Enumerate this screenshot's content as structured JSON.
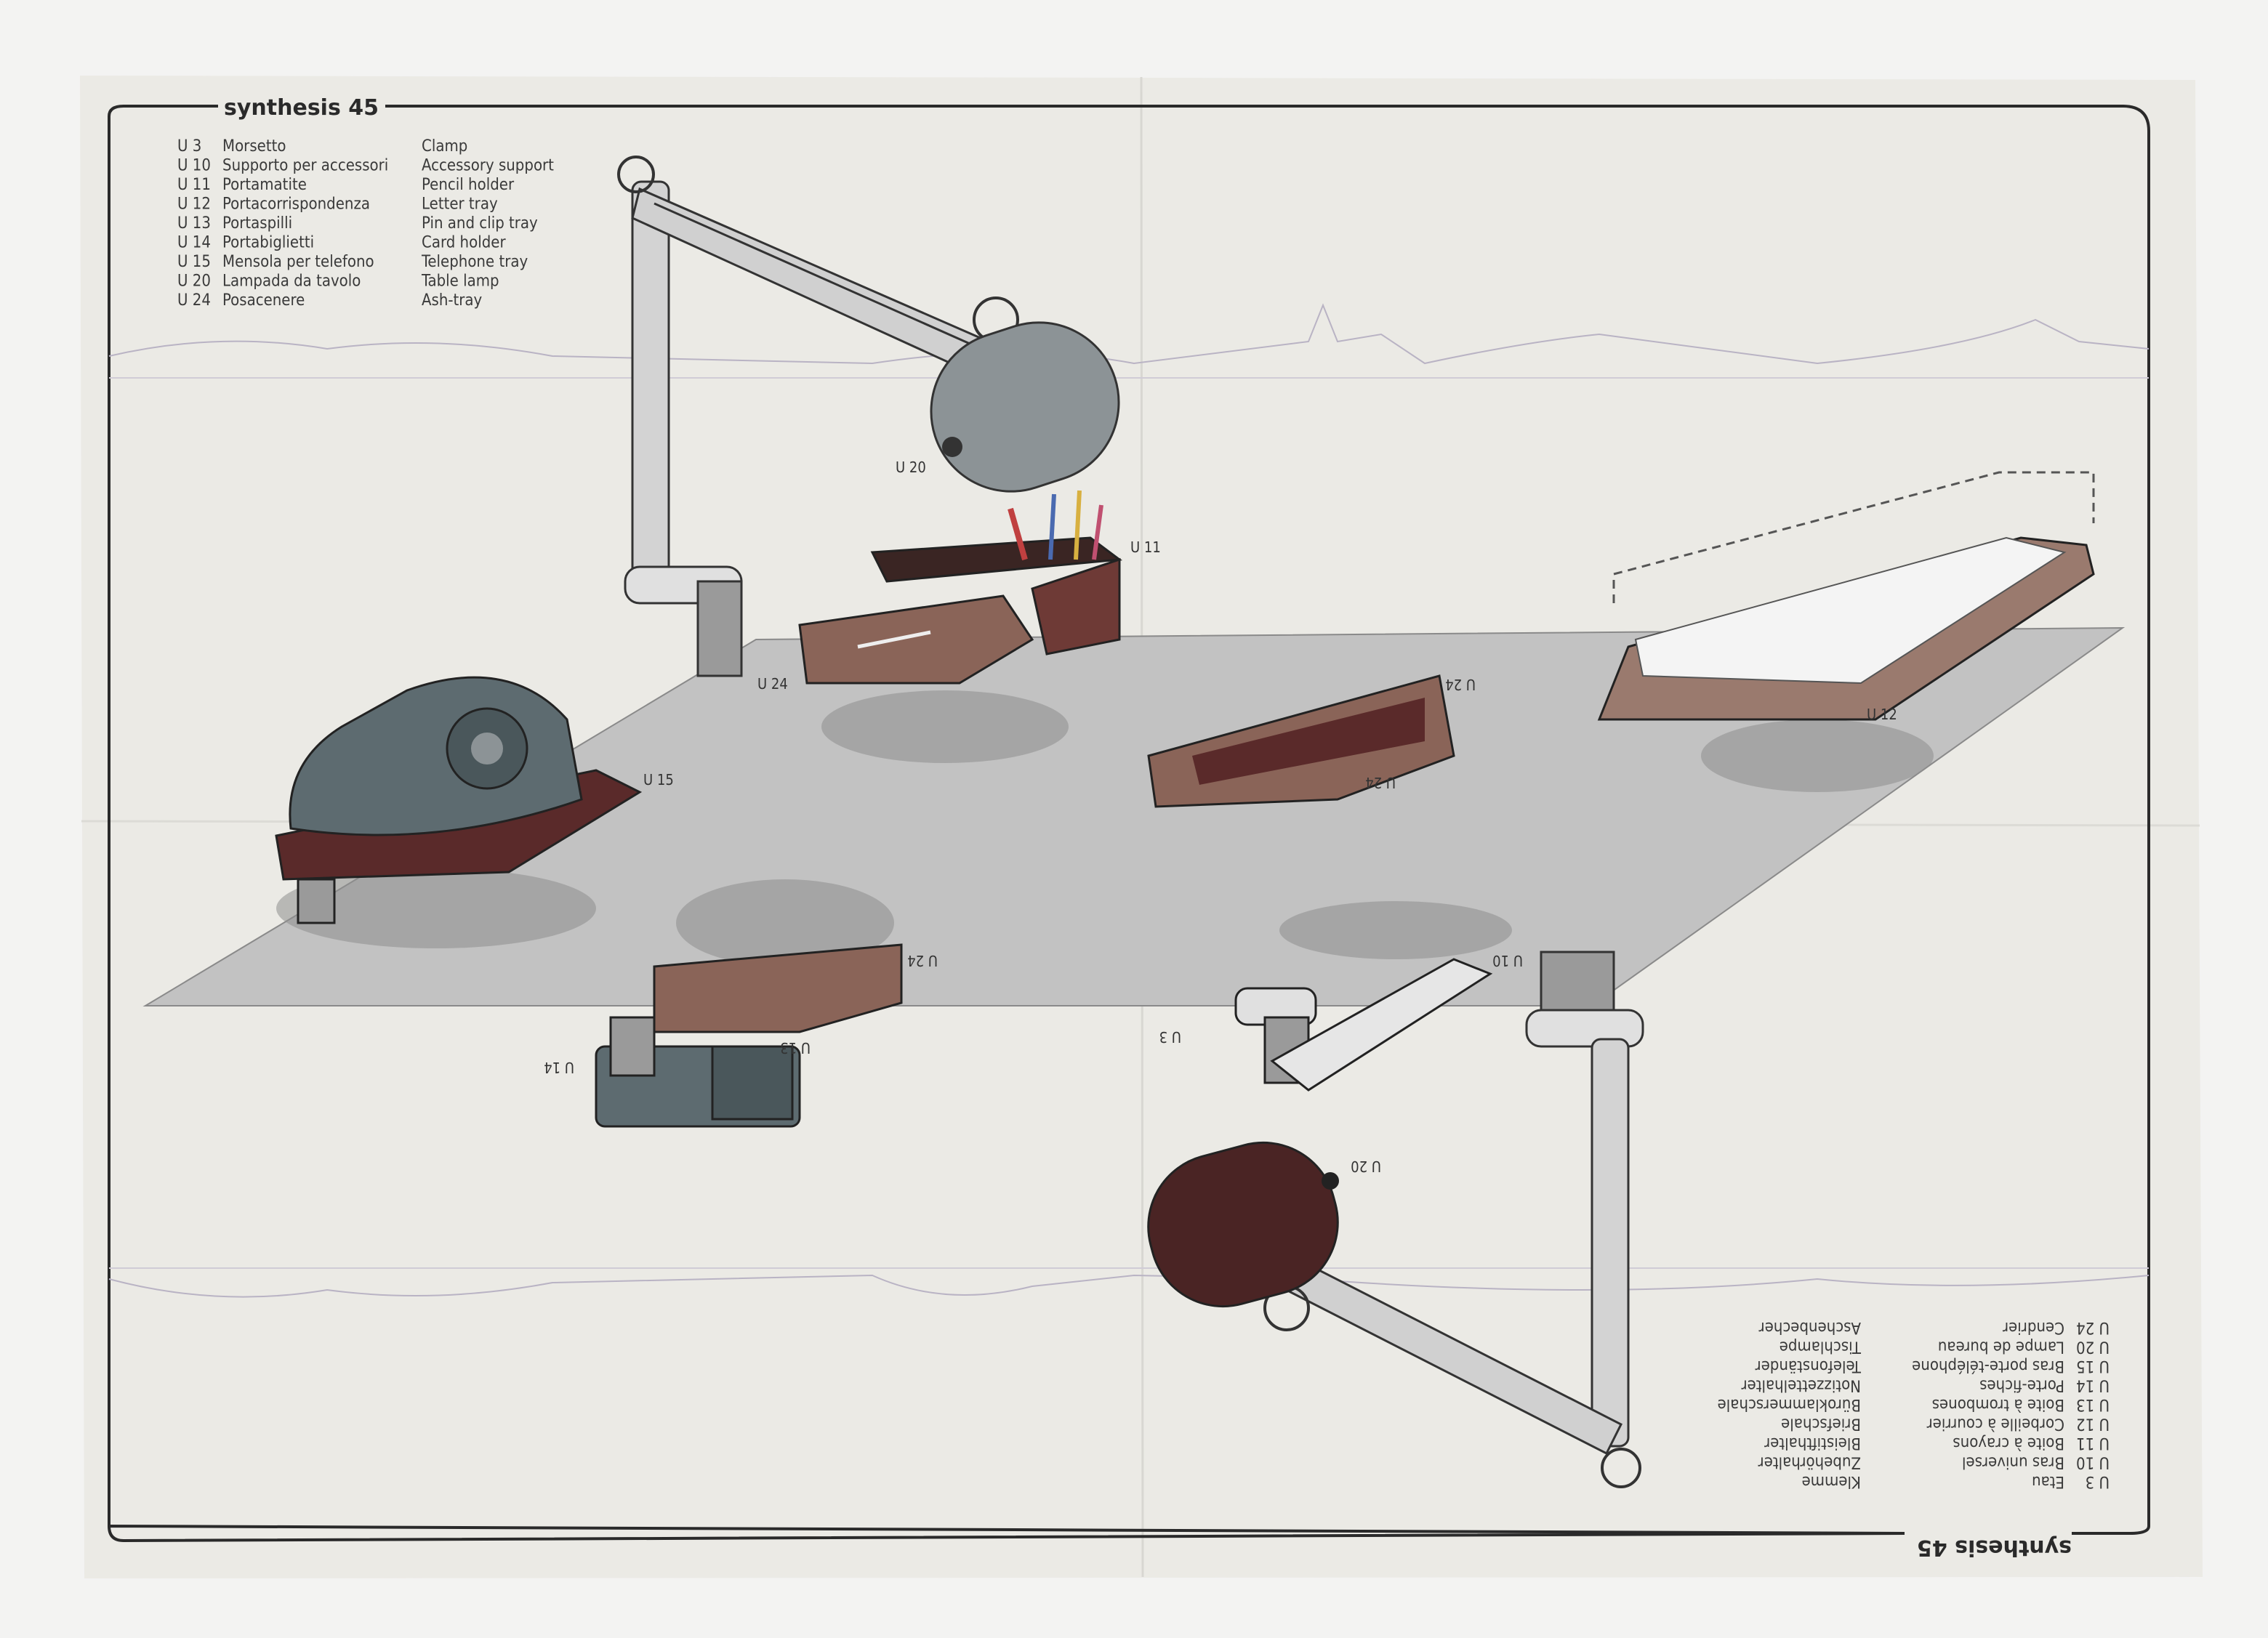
{
  "poster": {
    "title": "synthesis 45",
    "colors": {
      "paper": "#ebeae5",
      "desk": "#bdbdbd",
      "brown": "#8a6458",
      "dark_brown": "#5a2a2a",
      "slate": "#5d6b70",
      "lamp_gray": "#8c9396"
    },
    "legend_top": [
      {
        "code": "U 3",
        "it": "Morsetto",
        "en": "Clamp"
      },
      {
        "code": "U 10",
        "it": "Supporto per accessori",
        "en": "Accessory support"
      },
      {
        "code": "U 11",
        "it": "Portamatite",
        "en": "Pencil holder"
      },
      {
        "code": "U 12",
        "it": "Portacorrispondenza",
        "en": "Letter tray"
      },
      {
        "code": "U 13",
        "it": "Portaspilli",
        "en": "Pin and clip tray"
      },
      {
        "code": "U 14",
        "it": "Portabiglietti",
        "en": "Card holder"
      },
      {
        "code": "U 15",
        "it": "Mensola per telefono",
        "en": "Telephone tray"
      },
      {
        "code": "U 20",
        "it": "Lampada da tavolo",
        "en": "Table lamp"
      },
      {
        "code": "U 24",
        "it": "Posacenere",
        "en": "Ash-tray"
      }
    ],
    "legend_bottom": [
      {
        "code": "U 3",
        "fr": "Etau",
        "de": "Klemme"
      },
      {
        "code": "U 10",
        "fr": "Bras universel",
        "de": "Zubehörhalter"
      },
      {
        "code": "U 11",
        "fr": "Boite à crayons",
        "de": "Bleistifthalter"
      },
      {
        "code": "U 12",
        "fr": "Corbeille à courrier",
        "de": "Briefschale"
      },
      {
        "code": "U 13",
        "fr": "Boite à trombones",
        "de": "Büroklammerschale"
      },
      {
        "code": "U 14",
        "fr": "Porte-fiches",
        "de": "Notizzettelhalter"
      },
      {
        "code": "U 15",
        "fr": "Bras porte-téléphone",
        "de": "Telefonständer"
      },
      {
        "code": "U 20",
        "fr": "Lampe de bureau",
        "de": "Tischlampe"
      },
      {
        "code": "U 24",
        "fr": "Cendrier",
        "de": "Aschenbecher"
      }
    ],
    "labels": {
      "lamp_top": "U 20",
      "pencil_holder": "U 11",
      "ashtray_top": "U 24",
      "telephone_tray": "U 15",
      "letter_tray": "U 12",
      "ashtray_mid_a": "U 24",
      "ashtray_mid_b": "U 24",
      "ashtray_bottom": "U 24",
      "pin_tray": "U 13",
      "card_holder": "U 14",
      "clamp": "U 3",
      "accessory_support": "U 10",
      "lamp_bottom": "U 20"
    }
  }
}
